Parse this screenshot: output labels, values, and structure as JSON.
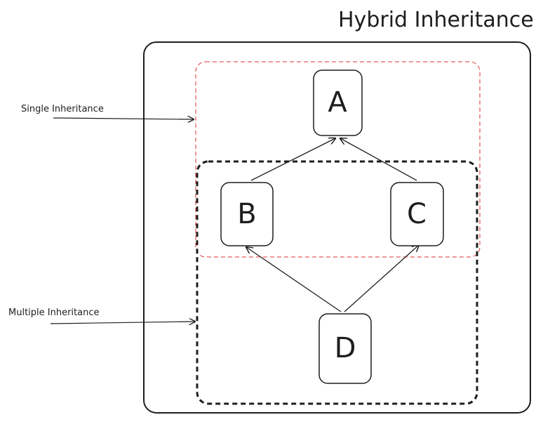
{
  "title": "Hybrid Inheritance",
  "labels": {
    "single": "Single Inheritance",
    "multiple": "Multiple Inheritance"
  },
  "nodes": [
    {
      "id": "A",
      "label": "A"
    },
    {
      "id": "B",
      "label": "B"
    },
    {
      "id": "C",
      "label": "C"
    },
    {
      "id": "D",
      "label": "D"
    }
  ],
  "edges": [
    {
      "from": "B",
      "to": "A"
    },
    {
      "from": "C",
      "to": "A"
    },
    {
      "from": "D",
      "to": "B"
    },
    {
      "from": "D",
      "to": "C"
    }
  ],
  "colors": {
    "stroke": "#1e1e1e",
    "single_region": "#e03131",
    "background": "#ffffff"
  }
}
